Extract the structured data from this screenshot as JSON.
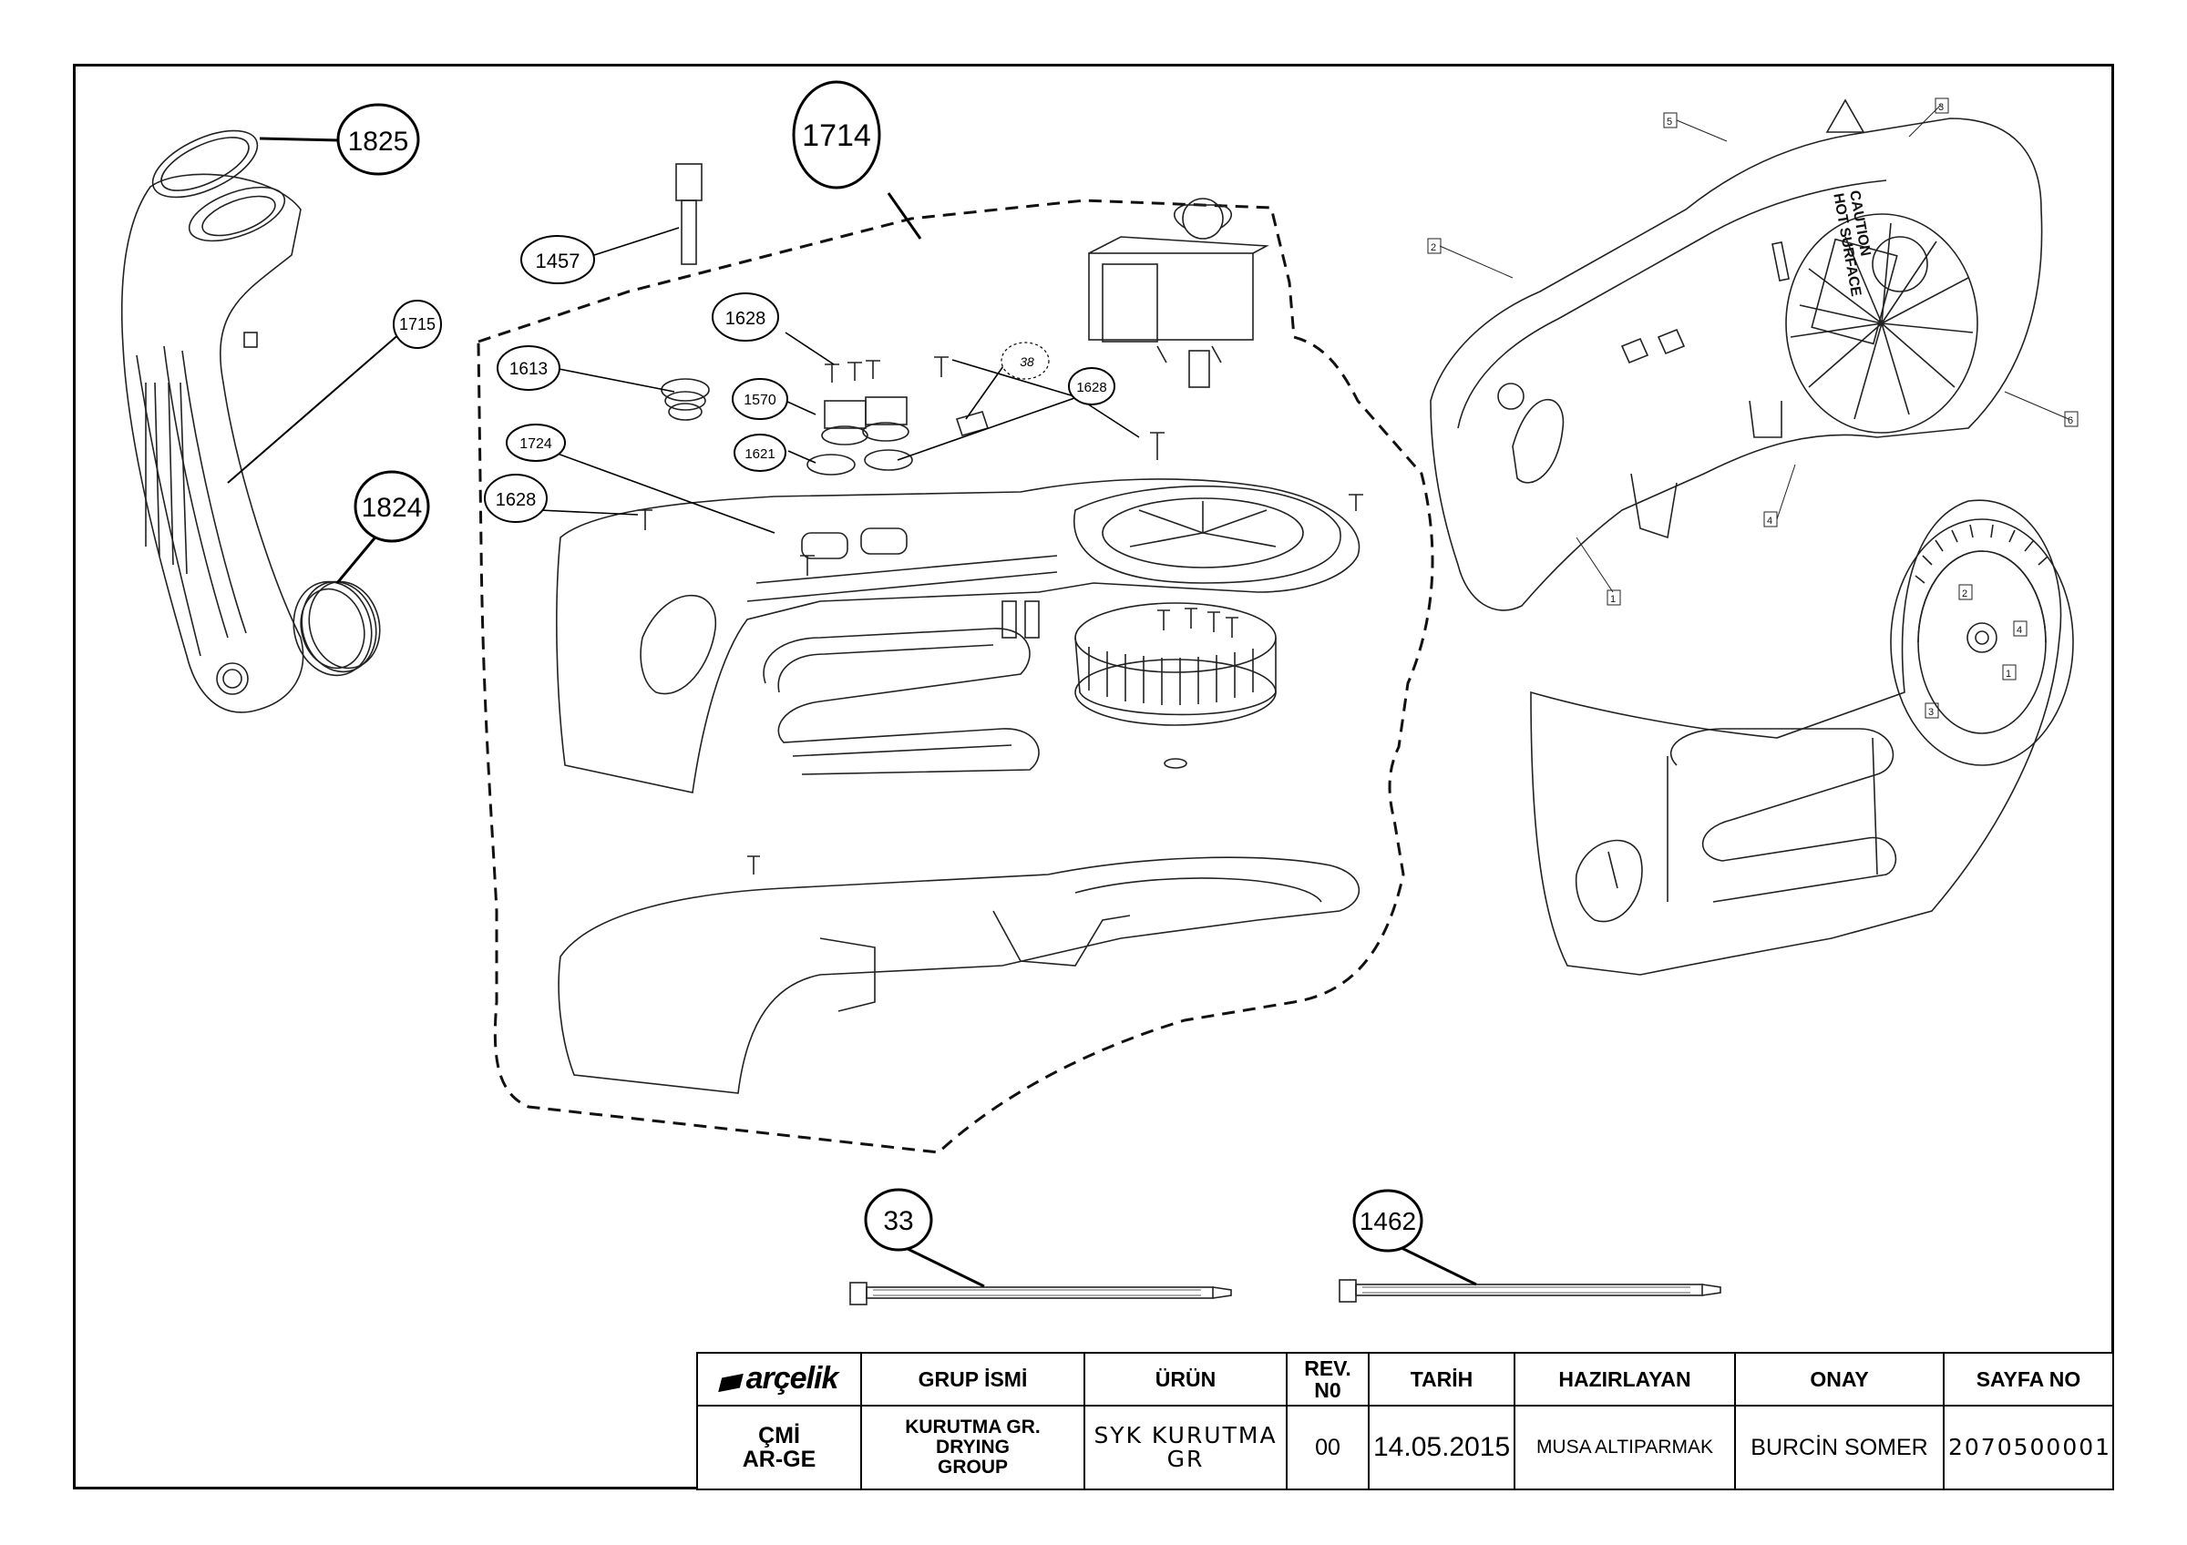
{
  "callouts": {
    "c1825": "1825",
    "c1714": "1714",
    "c1457": "1457",
    "c1715": "1715",
    "c1628a": "1628",
    "c1613": "1613",
    "c38": "38",
    "c1628b": "1628",
    "c1570": "1570",
    "c1724": "1724",
    "c1621": "1621",
    "c1628c": "1628",
    "c1824": "1824",
    "c33": "33",
    "c1462": "1462"
  },
  "warning_label": {
    "line1": "CAUTION",
    "line2": "HOT SURFACE"
  },
  "detail_numbers": {
    "n1": "1",
    "n2": "2",
    "n3": "3",
    "n4": "4",
    "n5": "5",
    "n6": "6",
    "m1": "1",
    "m2": "2",
    "m3": "3",
    "m4": "4"
  },
  "title_block": {
    "logo": "arçelik",
    "headers": {
      "group_name": "GRUP İSMİ",
      "product": "ÜRÜN",
      "rev_line1": "REV.",
      "rev_line2": "N0",
      "date": "TARİH",
      "prepared": "HAZIRLAYAN",
      "approval": "ONAY",
      "page_no": "SAYFA NO"
    },
    "values": {
      "dept_line1": "ÇMİ",
      "dept_line2": "AR-GE",
      "group_line1": "KURUTMA GR.",
      "group_line2": "DRYING",
      "group_line3": "GROUP",
      "product_line1": "SYK KURUTMA",
      "product_line2": "GR",
      "rev": "00",
      "date": "14.05.2015",
      "prepared": "MUSA  ALTIPARMAK",
      "approval": "BURCİN SOMER",
      "page_no": "2070500001"
    }
  }
}
